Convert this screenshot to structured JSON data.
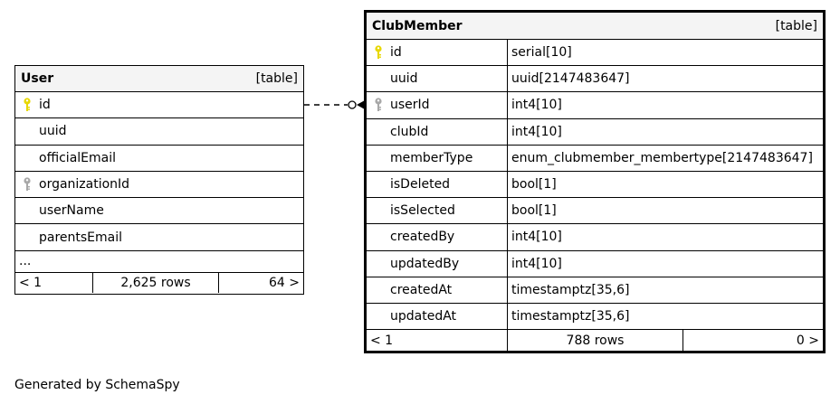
{
  "user_table": {
    "name": "User",
    "kind": "[table]",
    "columns": [
      {
        "name": "id",
        "key": "primary"
      },
      {
        "name": "uuid",
        "key": "none"
      },
      {
        "name": "officialEmail",
        "key": "none"
      },
      {
        "name": "organizationId",
        "key": "foreign"
      },
      {
        "name": "userName",
        "key": "none"
      },
      {
        "name": "parentsEmail",
        "key": "none"
      }
    ],
    "ellipsis": "...",
    "footer": {
      "parents": "< 1",
      "rows": "2,625 rows",
      "children": "64 >"
    }
  },
  "clubmember_table": {
    "name": "ClubMember",
    "kind": "[table]",
    "columns": [
      {
        "name": "id",
        "type": "serial[10]",
        "key": "primary"
      },
      {
        "name": "uuid",
        "type": "uuid[2147483647]",
        "key": "none"
      },
      {
        "name": "userId",
        "type": "int4[10]",
        "key": "foreign"
      },
      {
        "name": "clubId",
        "type": "int4[10]",
        "key": "none"
      },
      {
        "name": "memberType",
        "type": "enum_clubmember_membertype[2147483647]",
        "key": "none"
      },
      {
        "name": "isDeleted",
        "type": "bool[1]",
        "key": "none"
      },
      {
        "name": "isSelected",
        "type": "bool[1]",
        "key": "none"
      },
      {
        "name": "createdBy",
        "type": "int4[10]",
        "key": "none"
      },
      {
        "name": "updatedBy",
        "type": "int4[10]",
        "key": "none"
      },
      {
        "name": "createdAt",
        "type": "timestamptz[35,6]",
        "key": "none"
      },
      {
        "name": "updatedAt",
        "type": "timestamptz[35,6]",
        "key": "none"
      }
    ],
    "footer": {
      "parents": "< 1",
      "rows": "788 rows",
      "children": "0 >"
    }
  },
  "relationship": {
    "from": "ClubMember.userId",
    "to": "User.id",
    "style": "dashed"
  },
  "key_colors": {
    "primary": "#e8d800",
    "foreign": "#a8a8a8"
  },
  "generated_by": "Generated by SchemaSpy"
}
